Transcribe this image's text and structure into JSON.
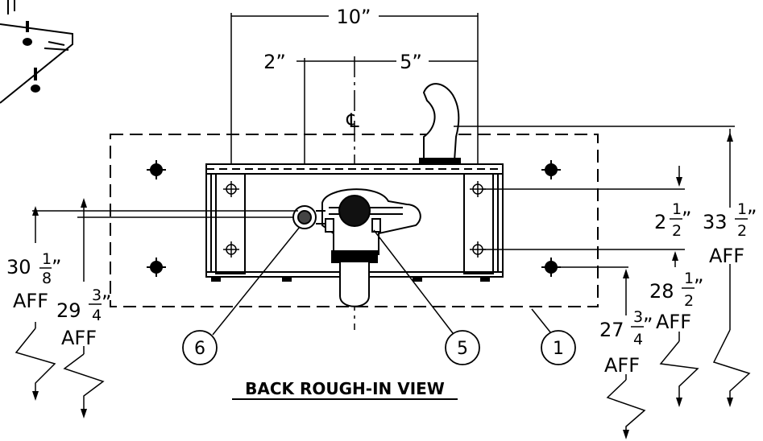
{
  "title": "BACK ROUGH-IN VIEW",
  "centerline": "℄",
  "dims": {
    "width_10": "10”",
    "offset_2": "2”",
    "offset_5": "5”",
    "d1": {
      "whole": "30",
      "num": "1",
      "den": "8",
      "mark": "”",
      "aff": "AFF"
    },
    "d2": {
      "whole": "29",
      "num": "3",
      "den": "4",
      "mark": "”",
      "aff": "AFF"
    },
    "d3": {
      "whole": "2",
      "num": "1",
      "den": "2",
      "mark": "”"
    },
    "d4": {
      "whole": "33",
      "num": "1",
      "den": "2",
      "mark": "”",
      "aff": "AFF"
    },
    "d5": {
      "whole": "28",
      "num": "1",
      "den": "2",
      "mark": "”",
      "aff": "AFF"
    },
    "d6": {
      "whole": "27",
      "num": "3",
      "den": "4",
      "mark": "”",
      "aff": "AFF"
    }
  },
  "callouts": [
    "6",
    "5",
    "1"
  ]
}
